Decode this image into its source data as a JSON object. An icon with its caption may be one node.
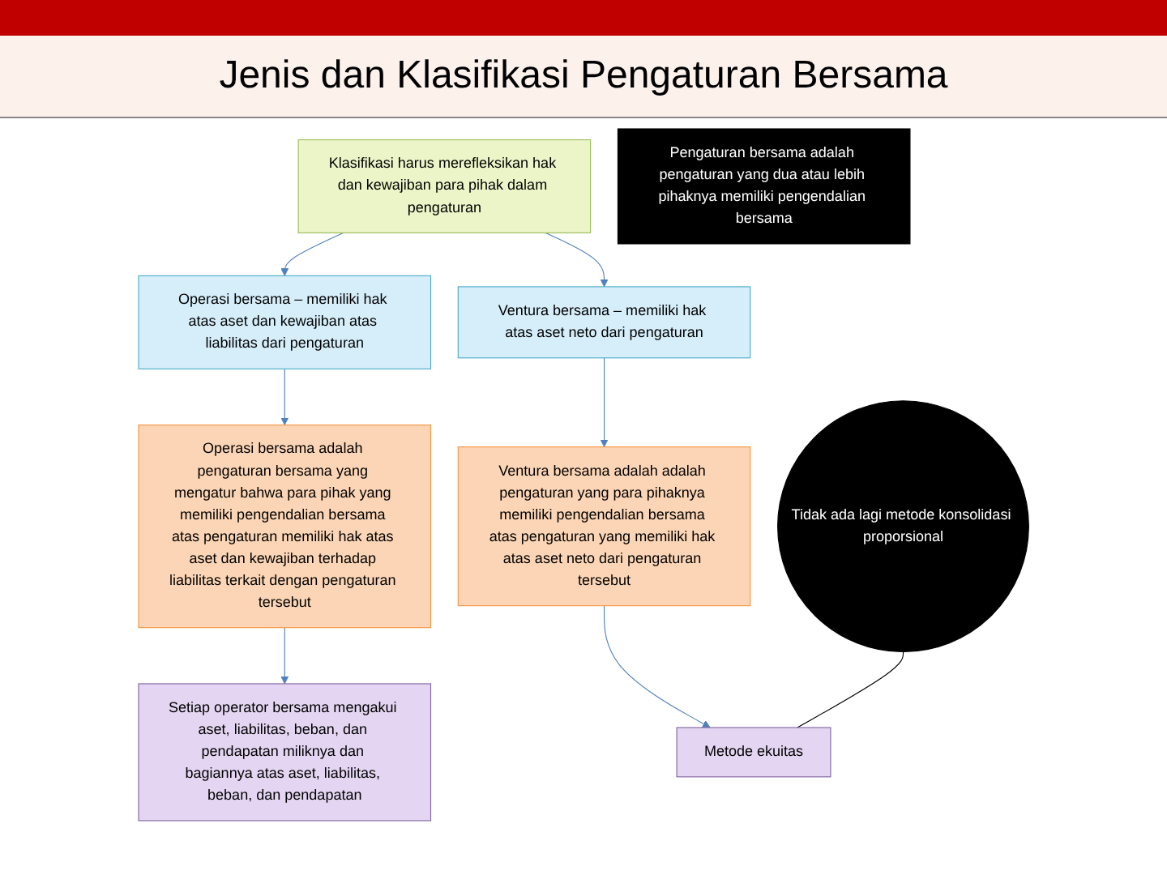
{
  "diagram": {
    "title": "Jenis dan Klasifikasi Pengaturan Bersama",
    "nodes": [
      {
        "text": [
          "Klasifikasi harus merefleksikan hak dan kewajiban para pihak dalam pengaturan"
        ]
      },
      {
        "text": [
          "Pengaturan bersama adalah pengaturan yang dua atau lebih pihaknya memiliki pengendalian bersama"
        ]
      },
      {
        "text": [
          "Operasi bersama – memiliki hak atas aset dan kewajiban atas liabilitas dari pengaturan"
        ]
      },
      {
        "text": [
          "Ventura bersama – memiliki hak atas aset neto dari pengaturan"
        ]
      },
      {
        "text": [
          "Operasi bersama adalah pengaturan bersama yang mengatur bahwa para pihak yang memiliki pengendalian bersama atas pengaturan memiliki hak atas aset dan kewajiban terhadap liabilitas terkait dengan pengaturan tersebut"
        ]
      },
      {
        "text": [
          "Ventura bersama adalah adalah pengaturan yang para pihaknya memiliki pengendalian bersama atas pengaturan yang memiliki hak atas aset neto dari pengaturan tersebut"
        ]
      },
      {
        "text": [
          "Setiap operator bersama mengakui aset, liabilitas, beban, dan pendapatan miliknya dan bagiannya atas aset, liabilitas, beban, dan pendapatan"
        ]
      },
      {
        "text": [
          "Metode ekuitas"
        ]
      },
      {
        "text": [
          "Tidak ada lagi metode konsolidasi proporsional"
        ]
      }
    ],
    "edges": [
      {
        "from": 0,
        "to": 2,
        "arrow": "to"
      },
      {
        "from": 0,
        "to": 3,
        "arrow": "to"
      },
      {
        "from": 2,
        "to": 4,
        "arrow": "to"
      },
      {
        "from": 4,
        "to": 6,
        "arrow": "to"
      },
      {
        "from": 3,
        "to": 5,
        "arrow": "to"
      },
      {
        "from": 5,
        "to": 7,
        "arrow": "to"
      },
      {
        "from": 8,
        "to": 7,
        "arrow": "none",
        "color": "#000000"
      }
    ]
  }
}
